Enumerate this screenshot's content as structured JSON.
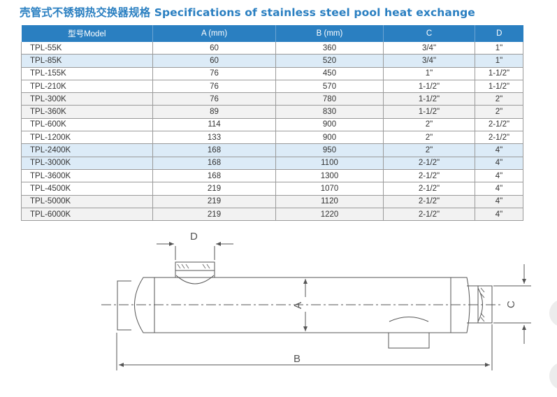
{
  "title": "壳管式不锈钢热交换器规格 Specifications of stainless steel pool heat exchange",
  "table": {
    "headers": [
      "型号Model",
      "A (mm)",
      "B (mm)",
      "C",
      "D"
    ],
    "rows": [
      [
        "TPL-55K",
        "60",
        "360",
        "3/4\"",
        "1\""
      ],
      [
        "TPL-85K",
        "60",
        "520",
        "3/4\"",
        "1\""
      ],
      [
        "TPL-155K",
        "76",
        "450",
        "1\"",
        "1-1/2\""
      ],
      [
        "TPL-210K",
        "76",
        "570",
        "1-1/2\"",
        "1-1/2\""
      ],
      [
        "TPL-300K",
        "76",
        "780",
        "1-1/2\"",
        "2\""
      ],
      [
        "TPL-360K",
        "89",
        "830",
        "1-1/2\"",
        "2\""
      ],
      [
        "TPL-600K",
        "114",
        "900",
        "2\"",
        "2-1/2\""
      ],
      [
        "TPL-1200K",
        "133",
        "900",
        "2\"",
        "2-1/2\""
      ],
      [
        "TPL-2400K",
        "168",
        "950",
        "2\"",
        "4\""
      ],
      [
        "TPL-3000K",
        "168",
        "1100",
        "2-1/2\"",
        "4\""
      ],
      [
        "TPL-3600K",
        "168",
        "1300",
        "2-1/2\"",
        "4\""
      ],
      [
        "TPL-4500K",
        "219",
        "1070",
        "2-1/2\"",
        "4\""
      ],
      [
        "TPL-5000K",
        "219",
        "1120",
        "2-1/2\"",
        "4\""
      ],
      [
        "TPL-6000K",
        "219",
        "1220",
        "2-1/2\"",
        "4\""
      ]
    ]
  },
  "diagram": {
    "label_a": "A",
    "label_b": "B",
    "label_c": "C",
    "label_d": "D"
  },
  "colors": {
    "accent": "#2a7fc1",
    "row_shade": "#f2f2f2",
    "row_blue": "#dcebf7",
    "line": "#555555"
  }
}
